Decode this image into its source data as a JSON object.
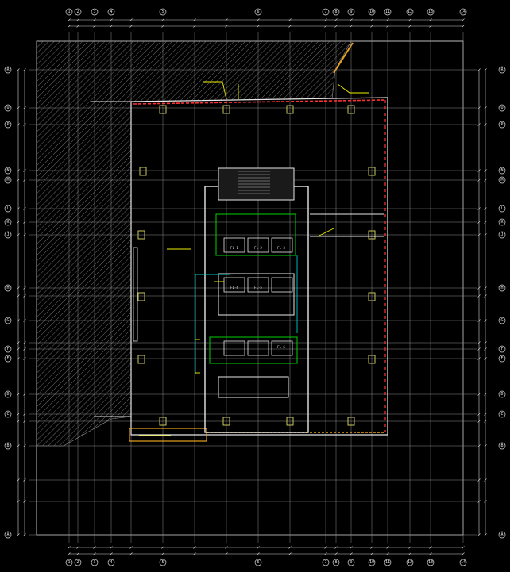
{
  "drawing": {
    "colors": {
      "background": "#000000",
      "grid": "#8a8a8a",
      "wall": "#e6e6e6",
      "column": "#c8c857",
      "hatch": "#7a7a7a",
      "fire_line": "#ff3030",
      "leader": "#f0f000",
      "elevator_zone": "#00d000",
      "corridor": "#00c8c8",
      "orange_edge": "#e8a020"
    },
    "top_axis_labels": [
      "1",
      "2",
      "3",
      "4",
      "5",
      "6",
      "7",
      "8",
      "9",
      "10",
      "11",
      "12",
      "13",
      "14"
    ],
    "left_axis_labels": [
      "R",
      "Q",
      "P",
      "N",
      "M",
      "L",
      "K",
      "J",
      "H",
      "G",
      "F",
      "E",
      "D",
      "C",
      "B",
      "A"
    ],
    "room_labels": [
      "FL-1",
      "FL-2",
      "FL-3",
      "FL-4",
      "FL-5",
      "FL-6"
    ]
  }
}
